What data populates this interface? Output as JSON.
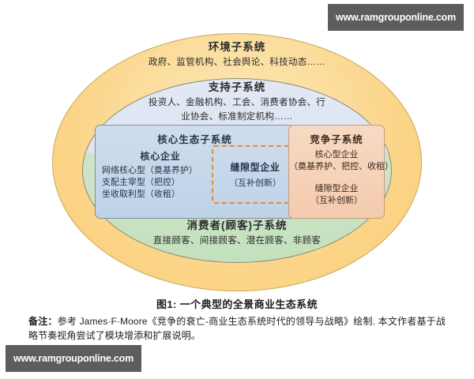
{
  "watermark": {
    "text": "www.ramgrouponline.com"
  },
  "diagram": {
    "environment": {
      "title": "环境子系统",
      "body": "政府、监管机构、社会舆论、科技动态……"
    },
    "support": {
      "title": "支持子系统",
      "body_line1": "投资人、金融机构、工会、消费者协会、行",
      "body_line2": "业协会、标准制定机构……"
    },
    "core_ecosystem": {
      "title": "核心生态子系统",
      "core_enterprise": {
        "title": "核心企业",
        "lines": [
          "网络核心型（奠基养护）",
          "支配主宰型（把控）",
          "坐收取利型（收租）"
        ]
      }
    },
    "niche": {
      "title": "缝隙型企业",
      "subtitle": "（互补创新）"
    },
    "competitor": {
      "title": "竞争子系统",
      "core_type": {
        "name": "核心型企业",
        "detail": "（奠基养护、把控、收租）"
      },
      "niche_type": {
        "name": "缝隙型企业",
        "detail": "（互补创新）"
      }
    },
    "consumer": {
      "title": "消费者(顾客)子系统",
      "body": "直接顾客、间接顾客、潜在顾客、非顾客"
    }
  },
  "caption": {
    "figure_title": "图1: 一个典型的全景商业生态系统",
    "note_label": "备注：",
    "note_text": "参考 James·F·Moore《竞争的衰亡-商业生态系统时代的领导与战略》绘制. 本文作者基于战略节奏视角尝试了模块增添和扩展说明。"
  }
}
